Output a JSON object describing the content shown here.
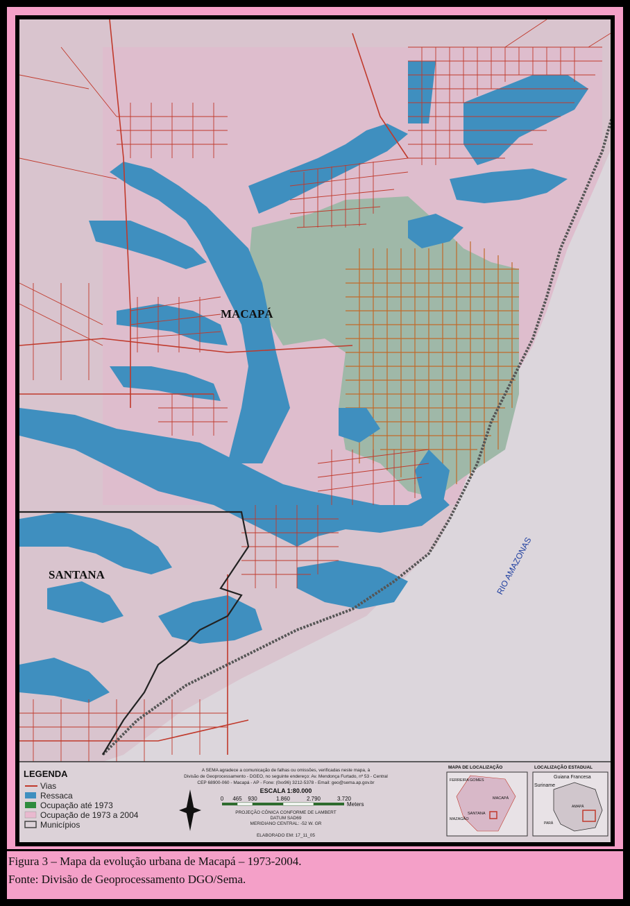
{
  "map": {
    "place_labels": {
      "macapa": "MACAPÁ",
      "santana": "SANTANA",
      "river": "RIO AMAZONAS"
    },
    "legend": {
      "title": "LEGENDA",
      "items": [
        {
          "label": "Vias",
          "color": "#c0392b"
        },
        {
          "label": "Ressaca",
          "color": "#3f8fbf"
        },
        {
          "label": "Ocupação até 1973",
          "color": "#2e8b3e"
        },
        {
          "label": "Ocupação de 1973 a 2004",
          "color": "#e9b9cf"
        },
        {
          "label": "Municípios",
          "color": "#444444"
        }
      ]
    },
    "credits": {
      "line1": "A SEMA agradece a comunicação de falhas ou omissões, verificadas neste mapa, à",
      "line2": "Divisão de Geoprocessamento - DGEO, no seguinte endereço: Av. Mendonça Furtado, nº 53 - Central",
      "line3": "CEP 68900-060 - Macapá - AP - Fone: (0xx96) 3212-5378 - Email: geo@sema.ap.gov.br"
    },
    "scale": {
      "title": "ESCALA 1:80.000",
      "ticks": [
        "0",
        "465",
        "930",
        "1.860",
        "2.790",
        "3.720"
      ],
      "unit": "Meters"
    },
    "projection": {
      "line1": "PROJEÇÃO CÔNICA CONFORME DE LAMBERT",
      "line2": "DATUM SAD69",
      "line3": "MERIDIANO CENTRAL: -52 W. GR"
    },
    "elaborated": "ELABORADO EM: 17_11_05",
    "inset_location": {
      "title": "MAPA DE LOCALIZAÇÃO",
      "labels": [
        "FERREIRA GOMES",
        "MACAPÁ",
        "SANTANA",
        "MAZAGÃO"
      ]
    },
    "inset_state": {
      "title": "LOCALIZAÇÃO ESTADUAL",
      "labels": [
        "Guiana Francesa",
        "Suriname",
        "AMAPÁ",
        "PARÁ"
      ]
    },
    "colors": {
      "background": "#d8c3cd",
      "water": "#3f8fbf",
      "old_occupation": "#9fb8a8",
      "road": "#c0392b",
      "boundary": "#333333"
    }
  },
  "caption": {
    "line1": "Figura 3 – Mapa da evolução urbana de Macapá – 1973-2004.",
    "line2": "Fonte: Divisão de Geoprocessamento DGO/Sema."
  }
}
